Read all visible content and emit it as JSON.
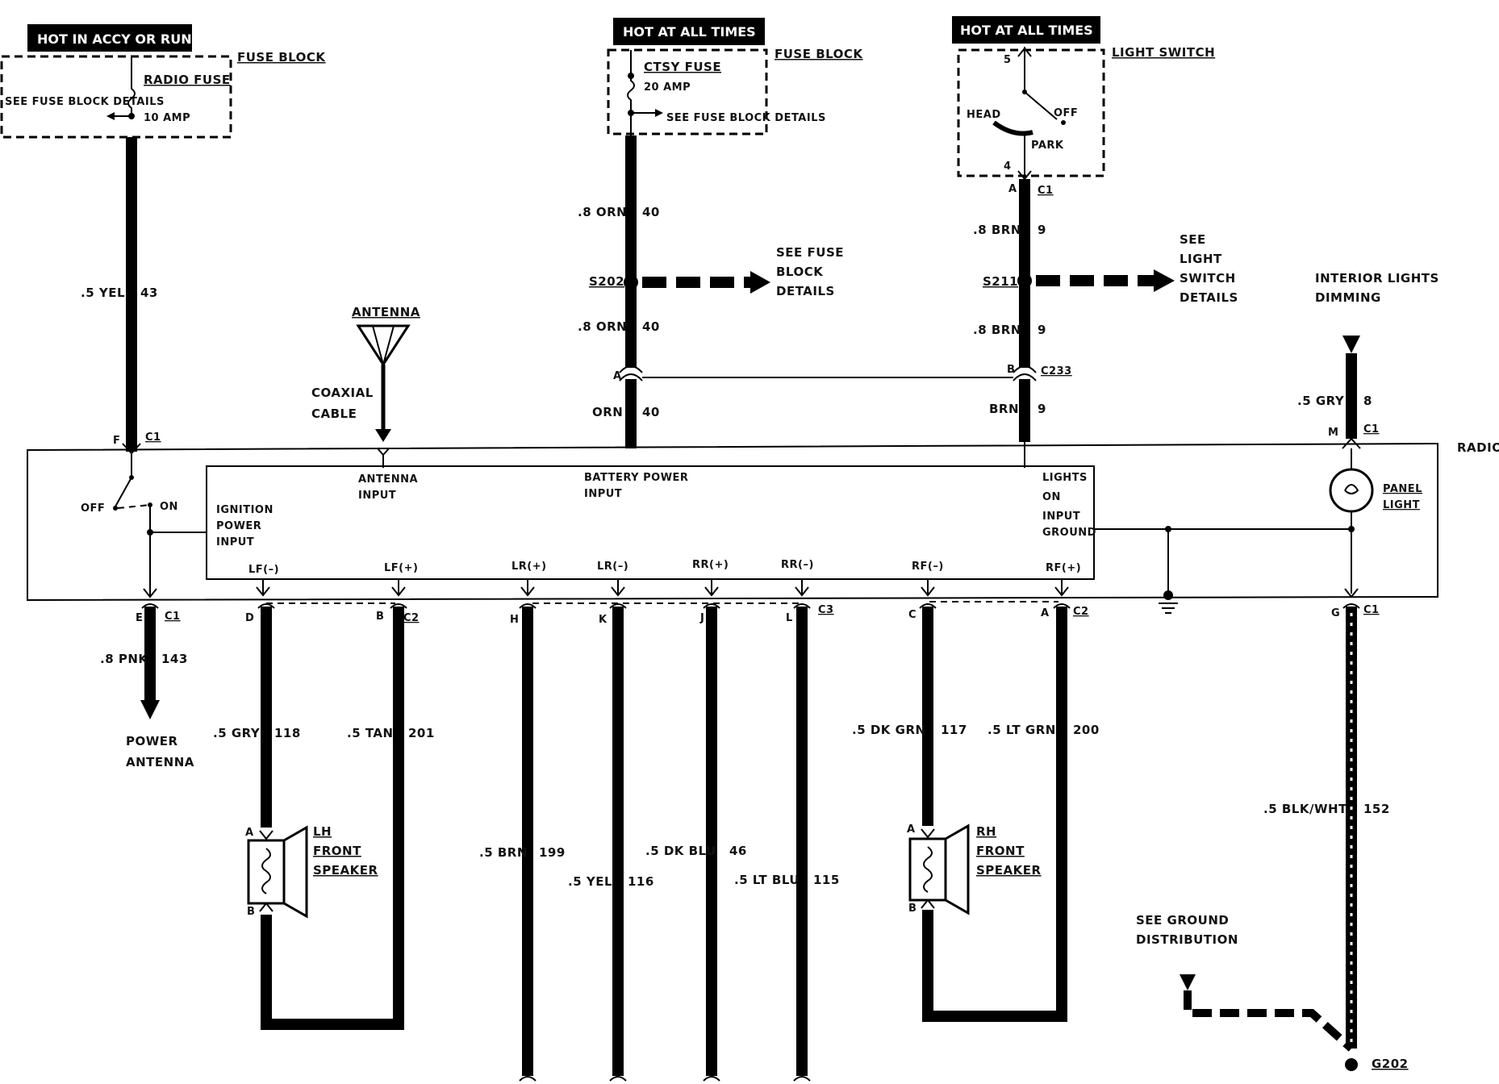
{
  "headers": {
    "accy": "HOT IN ACCY OR RUN",
    "hot1": "HOT AT ALL TIMES",
    "hot2": "HOT AT ALL TIMES"
  },
  "fuse_radio": {
    "title": "FUSE BLOCK",
    "name": "RADIO FUSE",
    "amp": "10 AMP",
    "see": "SEE FUSE BLOCK DETAILS"
  },
  "fuse_ctsy": {
    "title": "FUSE BLOCK",
    "name": "CTSY FUSE",
    "amp": "20 AMP",
    "see": "SEE FUSE BLOCK DETAILS"
  },
  "light_switch": {
    "title": "LIGHT SWITCH",
    "head": "HEAD",
    "off": "OFF",
    "park": "PARK",
    "pin_top": "5",
    "pin_bottom": "4"
  },
  "wires": {
    "yel43": {
      "color": ".5 YEL",
      "num": "43"
    },
    "orn40a": {
      "color": ".8 ORN",
      "num": "40"
    },
    "orn40b": {
      "color": ".8 ORN",
      "num": "40"
    },
    "orn40c": {
      "color": "ORN",
      "num": "40"
    },
    "brn9a": {
      "color": ".8 BRN",
      "num": "9"
    },
    "brn9b": {
      "color": ".8 BRN",
      "num": "9"
    },
    "brn9c": {
      "color": "BRN",
      "num": "9"
    },
    "gry8": {
      "color": ".5 GRY",
      "num": "8"
    },
    "pnk143": {
      "color": ".8 PNK",
      "num": "143"
    },
    "gry118": {
      "color": ".5 GRY",
      "num": "118"
    },
    "tan201": {
      "color": ".5 TAN",
      "num": "201"
    },
    "brn199": {
      "color": ".5 BRN",
      "num": "199"
    },
    "yel116": {
      "color": ".5 YEL",
      "num": "116"
    },
    "dkblu46": {
      "color": ".5 DK BLU",
      "num": "46"
    },
    "ltblu115": {
      "color": ".5 LT BLU",
      "num": "115"
    },
    "dkgrn117": {
      "color": ".5 DK GRN",
      "num": "117"
    },
    "ltgrn200": {
      "color": ".5 LT GRN",
      "num": "200"
    },
    "blkwht152": {
      "color": ".5 BLK/WHT",
      "num": "152"
    }
  },
  "splices": {
    "s202": "S202",
    "s202_see": "SEE FUSE BLOCK DETAILS",
    "s211": "S211",
    "s211_see": "SEE LIGHT SWITCH DETAILS"
  },
  "connectors": {
    "c1": "C1",
    "c2": "C2",
    "c3": "C3",
    "c233": "C233",
    "g202": "G202"
  },
  "pins": {
    "a": "A",
    "b": "B",
    "c": "C",
    "d": "D",
    "e": "E",
    "f": "F",
    "g": "G",
    "h": "H",
    "j": "J",
    "k": "K",
    "l": "L",
    "m": "M"
  },
  "antenna": {
    "label": "ANTENNA",
    "cable": "COAXIAL CABLE",
    "power_antenna": "POWER ANTENNA"
  },
  "radio": {
    "label": "RADIO",
    "off": "OFF",
    "on": "ON",
    "ignition": "IGNITION POWER INPUT",
    "antenna_input": "ANTENNA INPUT",
    "battery": "BATTERY POWER INPUT",
    "lights_on": "LIGHTS ON INPUT",
    "ground": "GROUND",
    "panel_light": "PANEL LIGHT",
    "lf_neg": "LF(–)",
    "lf_pos": "LF(+)",
    "lr_pos": "LR(+)",
    "lr_neg": "LR(–)",
    "rr_pos": "RR(+)",
    "rr_neg": "RR(–)",
    "rf_neg": "RF(–)",
    "rf_pos": "RF(+)"
  },
  "dimming": "INTERIOR LIGHTS DIMMING",
  "lh_speaker": "LH FRONT SPEAKER",
  "rh_speaker": "RH FRONT SPEAKER",
  "ground_dist": "SEE GROUND DISTRIBUTION"
}
